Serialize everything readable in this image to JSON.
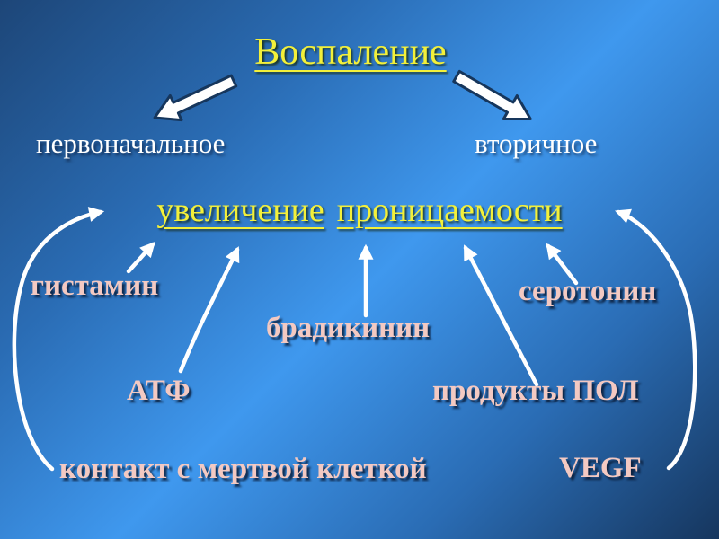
{
  "slide": {
    "title": "Воспаление",
    "branch_left": "первоначальное",
    "branch_right": "вторичное",
    "central_word_1": "увеличение",
    "central_word_2": "проницаемости",
    "factors": {
      "histamine": "гистамин",
      "bradykinin": "брадикинин",
      "serotonin": "серотонин",
      "atp": "АТФ",
      "lpo_products": "продукты ПОЛ",
      "dead_cell_contact": "контакт с мертвой клеткой",
      "vegf": "VEGF"
    },
    "colors": {
      "background_top_left": "#1d4678",
      "background_center": "#3f98ee",
      "background_bottom_right": "#16365e",
      "title_yellow": "#f3f03a",
      "branch_white": "#ffffff",
      "factor_pink": "#f3c9c2",
      "arrow_white": "#ffffff",
      "block_arrow_outline": "#16365c"
    }
  }
}
